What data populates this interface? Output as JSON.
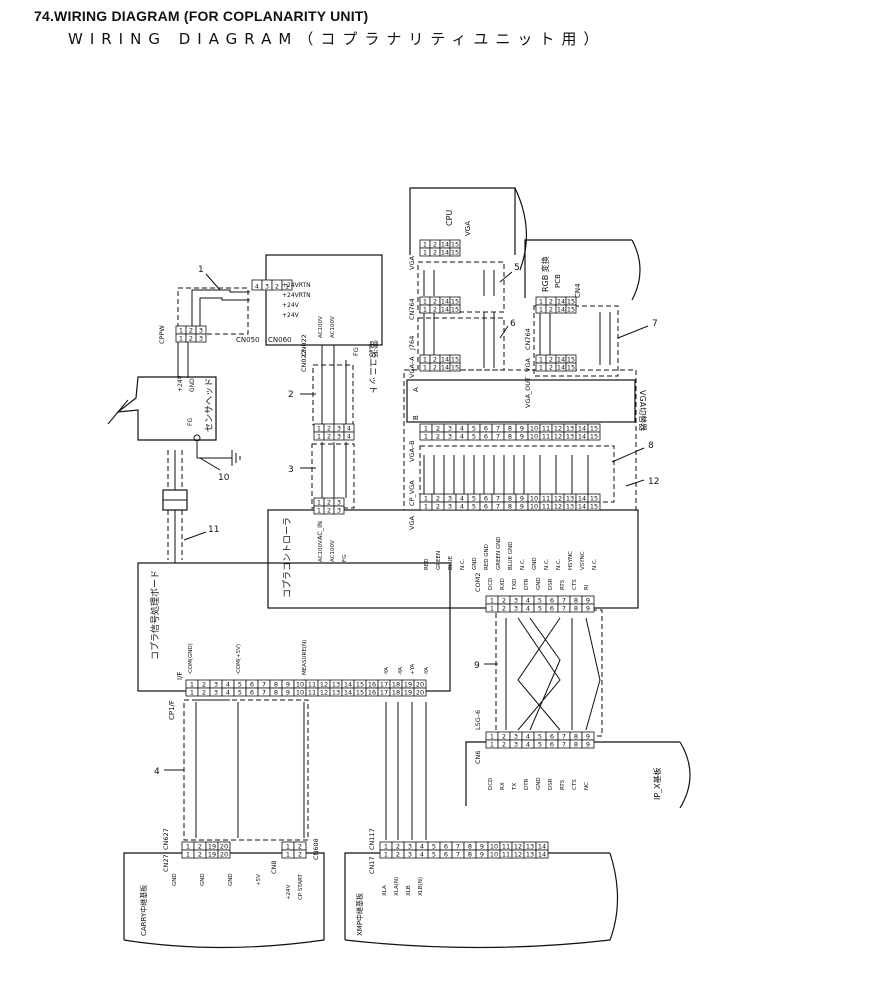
{
  "title": "74.WIRING DIAGRAM (FOR COPLANARITY UNIT)",
  "subtitle": "WIRING DIAGRAM（コプラナリティユニット用）",
  "callouts": [
    "1",
    "2",
    "3",
    "4",
    "5",
    "6",
    "7",
    "8",
    "9",
    "10",
    "11",
    "12"
  ],
  "blocks": {
    "cpu": "CPU",
    "cpu_vga": "VGA",
    "rgb": "RGB 変換",
    "rgb_pcb": "PCB",
    "rgb_cn": "CN4",
    "psu": "電源ユニット",
    "vga_switch": "VGA切替器",
    "sensor_head": "センサヘッド",
    "coplanar_controller": "コプラコントローラ",
    "signal_board": "コプラ信号処理ボード",
    "ipx_board": "IP_X基板",
    "carry_board": "CARRY中継基板",
    "xmp_board": "XMP中継基板"
  },
  "labels": {
    "vga": "VGA",
    "cn764_a": "CN764",
    "cn764_b": "CN764",
    "j764": "J764",
    "vga_a": "VGA–A",
    "vga_b": "VGA–B",
    "vga_out": "VGA_OUT",
    "port_a": "A",
    "port_b": "B",
    "cp_vga": "CP_VGA",
    "vga_ctrl": "VGA",
    "cn050": "CN050",
    "cn060": "CN060",
    "cn022_top": "CN022",
    "cn022_mid": "CN022",
    "cppw": "CPPW",
    "fg_psu": "FG",
    "fg_sensor": "FG",
    "sensor_24v": "+24V",
    "sensor_gnd": "GND",
    "ac_in": "AC_IN",
    "com2": "COM2",
    "lsg6": "LSG–6",
    "cn6": "CN6",
    "cp1f": "CP1/F",
    "i_f": "I/F",
    "cn627": "CN627",
    "cn27": "CN27",
    "cn608": "CN608",
    "cn8": "CN8",
    "cn117": "CN117",
    "cn17": "CN17"
  },
  "psu_pins": [
    "+24VRTN",
    "+24VRTN",
    "+24V",
    "+24V"
  ],
  "psu_ac": [
    "AC100V",
    "AC100V"
  ],
  "ctrl_ac": [
    "AC100V",
    "AC100V",
    "FG"
  ],
  "vga_signals": [
    "RED",
    "GREEN",
    "BLUE",
    "N.C.",
    "GND",
    "RED GND",
    "GREEN GND",
    "BLUE GND",
    "N.C.",
    "GND",
    "N.C.",
    "N.C.",
    "HSYNC",
    "VSYNC",
    "N.C."
  ],
  "com_signals_a": [
    "DCD",
    "RXD",
    "TXD",
    "DTR",
    "GND",
    "DSR",
    "RTS",
    "CTS",
    "RI"
  ],
  "com_signals_b": [
    "DCD",
    "RX",
    "TX",
    "DTR",
    "GND",
    "DSR",
    "RTS",
    "CTS",
    "NC"
  ],
  "if_signals": [
    "-COM(GND)",
    "-COM(+5V)",
    "MEASURE(N)",
    "-YA",
    "-YA",
    "+YA",
    "-YA"
  ],
  "carry_signals": [
    "GND",
    "GND",
    "GND",
    "+5V"
  ],
  "cn8_signals": [
    "+24V",
    "CP START"
  ],
  "xmp_signals": [
    "XLA",
    "XLA(N)",
    "XLB",
    "XLB(N)"
  ],
  "pins": {
    "n2": [
      "1",
      "2"
    ],
    "n3": [
      "1",
      "2",
      "3"
    ],
    "n4": [
      "1",
      "2",
      "3",
      "4"
    ],
    "n4rev": [
      "4",
      "3",
      "2",
      "1"
    ],
    "n9": [
      "1",
      "2",
      "3",
      "4",
      "5",
      "6",
      "7",
      "8",
      "9"
    ],
    "n14": [
      "1",
      "2",
      "3",
      "4",
      "5",
      "6",
      "7",
      "8",
      "9",
      "10",
      "11",
      "12",
      "13",
      "14"
    ],
    "n15": [
      "1",
      "2",
      "3",
      "4",
      "5",
      "6",
      "7",
      "8",
      "9",
      "10",
      "11",
      "12",
      "13",
      "14",
      "15"
    ],
    "n20": [
      "1",
      "2",
      "3",
      "4",
      "5",
      "6",
      "7",
      "8",
      "9",
      "10",
      "11",
      "12",
      "13",
      "14",
      "15",
      "16",
      "17",
      "18",
      "19",
      "20"
    ],
    "n1_2_19_20": [
      "1",
      "2",
      "19",
      "20"
    ],
    "n1_2_14_15": [
      "1",
      "2",
      "14",
      "15"
    ]
  }
}
